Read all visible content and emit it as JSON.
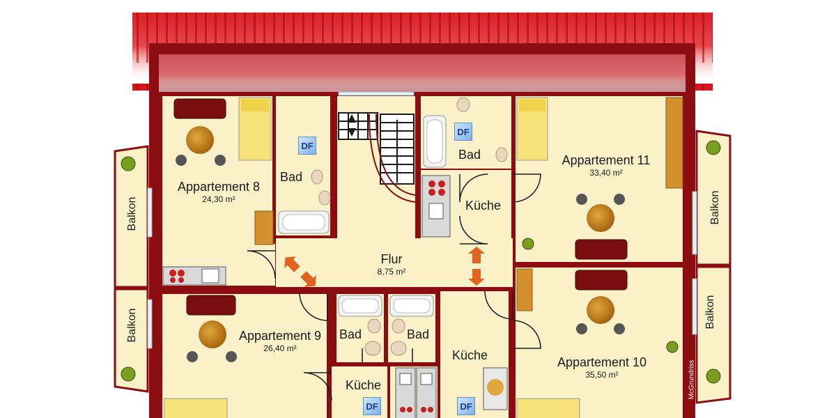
{
  "rooms": {
    "app8": {
      "name": "Appartement 8",
      "area": "24,30 m²"
    },
    "app9": {
      "name": "Appartement 9",
      "area": "26,40 m²"
    },
    "app10": {
      "name": "Appartement 10",
      "area": "35,50 m²"
    },
    "app11": {
      "name": "Appartement 11",
      "area": "33,40 m²"
    },
    "flur": {
      "name": "Flur",
      "area": "8,75 m²"
    },
    "bad": "Bad",
    "kueche": "Küche",
    "balkon": "Balkon"
  },
  "df_label": "DF",
  "brand": "McGrundriss",
  "colors": {
    "wall": "#8b0d12",
    "floor": "#fbf1c8",
    "roof": "#d4121a",
    "sofa": "#7a0e0e",
    "table": "#c98a1e"
  }
}
